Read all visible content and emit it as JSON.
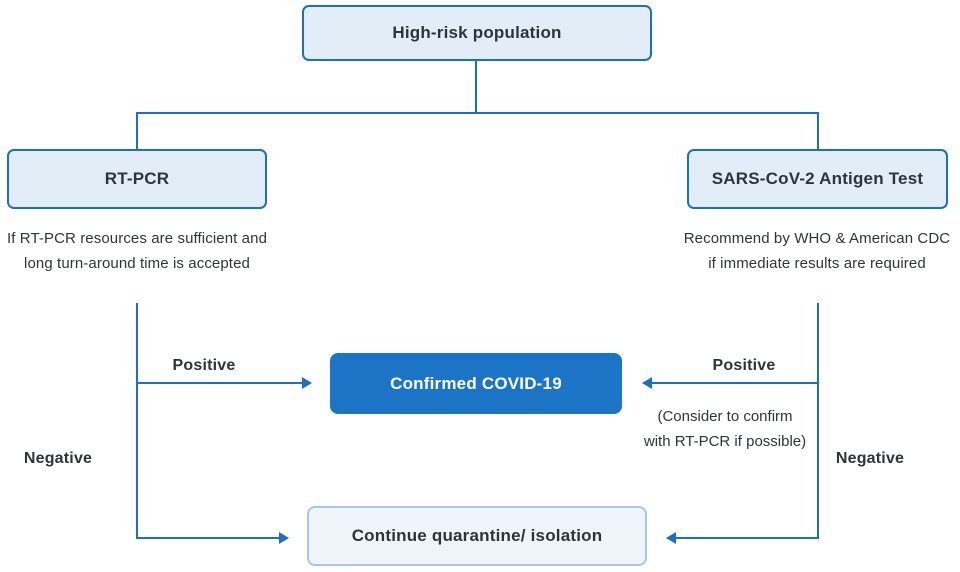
{
  "colors": {
    "line": "#1d6fc3",
    "node_fill": "#e3edf7",
    "node_border": "#1d6fc3",
    "confirmed_fill": "#1b74c5",
    "confirmed_text": "#ffffff",
    "soft_fill": "#eff4fa",
    "soft_border": "#a9c6e6",
    "text": "#2f343b"
  },
  "nodes": {
    "high_risk": {
      "label": "High-risk population"
    },
    "rt_pcr": {
      "label": "RT-PCR",
      "caption_line1": "If RT-PCR resources are sufficient and",
      "caption_line2": "long turn-around time is accepted"
    },
    "antigen": {
      "label": "SARS-CoV-2 Antigen Test",
      "caption_line1": "Recommend by WHO & American CDC",
      "caption_line2": "if immediate results are required"
    },
    "confirmed": {
      "label": "Confirmed COVID-19"
    },
    "quarantine": {
      "label": "Continue quarantine/ isolation"
    }
  },
  "edge_labels": {
    "rtpcr_positive": "Positive",
    "rtpcr_negative": "Negative",
    "antigen_positive": "Positive",
    "antigen_negative": "Negative",
    "antigen_positive_note_line1": "(Consider to confirm",
    "antigen_positive_note_line2": "with RT-PCR if possible)"
  }
}
